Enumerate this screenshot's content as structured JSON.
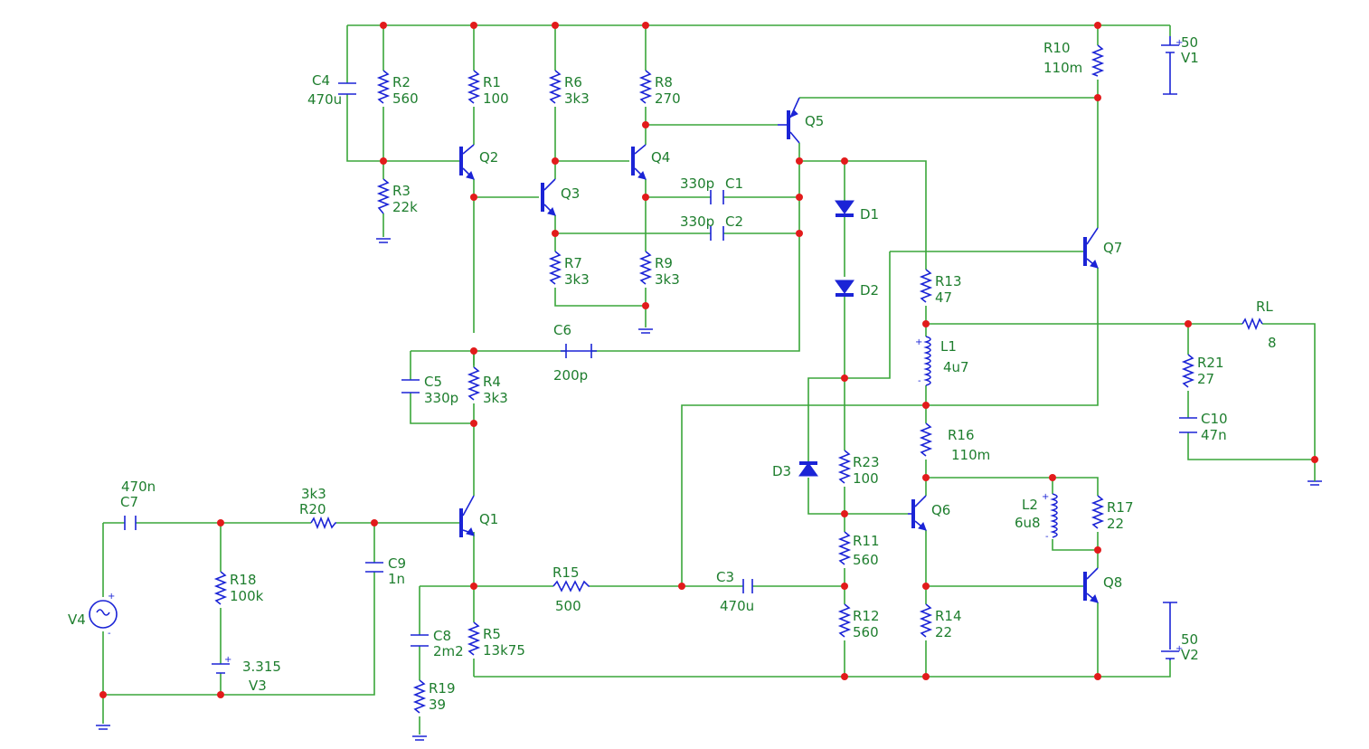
{
  "components": [
    {
      "ref": "C4",
      "value": "470u"
    },
    {
      "ref": "R2",
      "value": "560"
    },
    {
      "ref": "R1",
      "value": "100"
    },
    {
      "ref": "R6",
      "value": "3k3"
    },
    {
      "ref": "R8",
      "value": "270"
    },
    {
      "ref": "R10",
      "value": "110m"
    },
    {
      "ref": "V1",
      "value": "50"
    },
    {
      "ref": "Q2"
    },
    {
      "ref": "Q3"
    },
    {
      "ref": "Q4"
    },
    {
      "ref": "Q5"
    },
    {
      "ref": "Q7"
    },
    {
      "ref": "Q1"
    },
    {
      "ref": "Q6"
    },
    {
      "ref": "Q8"
    },
    {
      "ref": "R3",
      "value": "22k"
    },
    {
      "ref": "C1",
      "value": "330p"
    },
    {
      "ref": "C2",
      "value": "330p"
    },
    {
      "ref": "D1"
    },
    {
      "ref": "D2"
    },
    {
      "ref": "D3"
    },
    {
      "ref": "R7",
      "value": "3k3"
    },
    {
      "ref": "R9",
      "value": "3k3"
    },
    {
      "ref": "R13",
      "value": "47"
    },
    {
      "ref": "RL",
      "value": "8"
    },
    {
      "ref": "C6",
      "value": "200p"
    },
    {
      "ref": "L1",
      "value": "4u7"
    },
    {
      "ref": "C5",
      "value": "330p"
    },
    {
      "ref": "R4",
      "value": "3k3"
    },
    {
      "ref": "R21",
      "value": "27"
    },
    {
      "ref": "C10",
      "value": "47n"
    },
    {
      "ref": "R16",
      "value": "110m"
    },
    {
      "ref": "R23",
      "value": "100"
    },
    {
      "ref": "C7",
      "value": "470n"
    },
    {
      "ref": "R20",
      "value": "3k3"
    },
    {
      "ref": "L2",
      "value": "6u8"
    },
    {
      "ref": "R17",
      "value": "22"
    },
    {
      "ref": "C9",
      "value": "1n"
    },
    {
      "ref": "R18",
      "value": "100k"
    },
    {
      "ref": "R11",
      "value": "560"
    },
    {
      "ref": "R15",
      "value": "500"
    },
    {
      "ref": "C3",
      "value": "470u"
    },
    {
      "ref": "V4"
    },
    {
      "ref": "R12",
      "value": "560"
    },
    {
      "ref": "R14",
      "value": "22"
    },
    {
      "ref": "C8",
      "value": "2m2"
    },
    {
      "ref": "R5",
      "value": "13k75"
    },
    {
      "ref": "V2",
      "value": "50"
    },
    {
      "ref": "V3",
      "value": "3.315"
    },
    {
      "ref": "R19",
      "value": "39"
    }
  ],
  "colors": {
    "wire": "#3aa63a",
    "component": "#1b24d6",
    "node": "#e21b1b",
    "label": "#1e7e2e"
  }
}
